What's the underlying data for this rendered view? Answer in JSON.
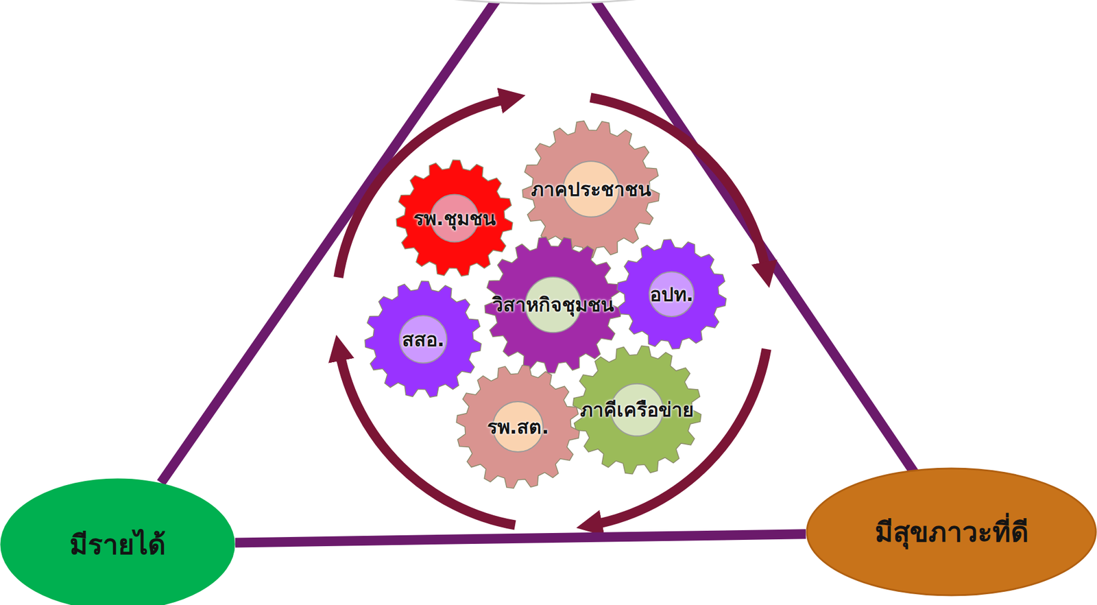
{
  "diagram": {
    "nodes": [
      {
        "text": [
          "รพ.ชุมชน"
        ]
      },
      {
        "text": [
          "ภาคประชาชน"
        ]
      },
      {
        "text": [
          "วิสาหกิจชุมชน"
        ]
      },
      {
        "text": [
          "อปท."
        ]
      },
      {
        "text": [
          "สสอ."
        ]
      },
      {
        "text": [
          "ภาคีเครือข่าย"
        ]
      },
      {
        "text": [
          "รพ.สต."
        ]
      },
      {
        "text": [
          "มีรายได้"
        ]
      },
      {
        "text": [
          "มีสุขภาวะที่ดี"
        ]
      }
    ],
    "edges": [
      {
        "from": 7,
        "to": 8,
        "arrow": "none"
      }
    ]
  }
}
